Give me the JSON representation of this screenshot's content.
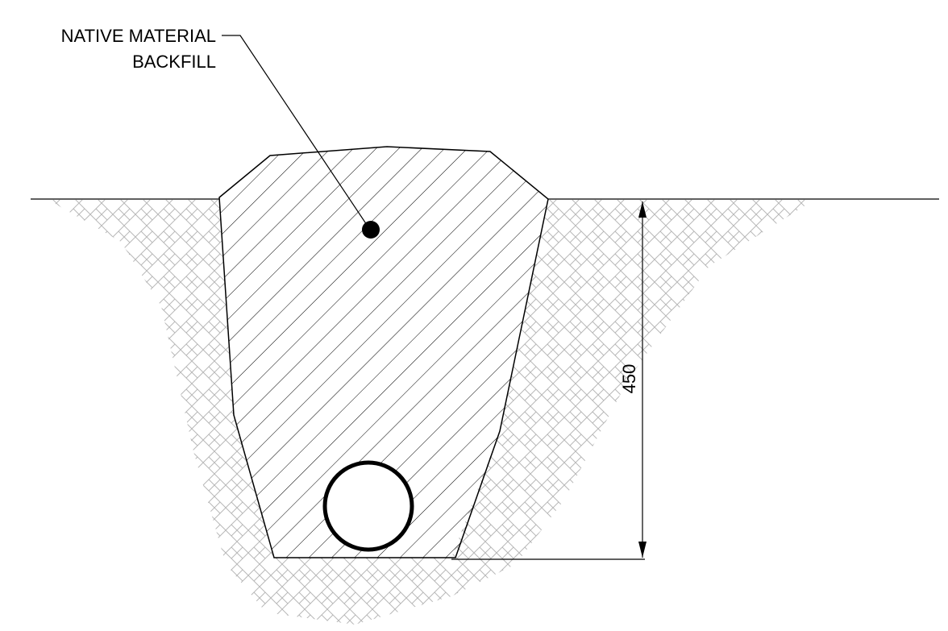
{
  "diagram": {
    "callout": {
      "line1": "NATIVE MATERIAL",
      "line2": "BACKFILL"
    },
    "dimension": {
      "value": "450"
    }
  },
  "colors": {
    "ink": "#000000",
    "soil_hatch": "#b8b8b8",
    "background": "#ffffff"
  }
}
